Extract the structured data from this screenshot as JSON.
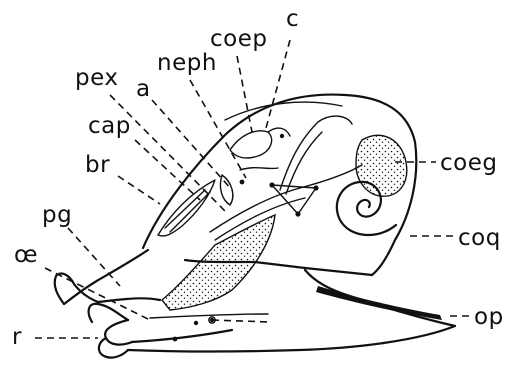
{
  "figure": {
    "background": "#ffffff",
    "ink": "#111111",
    "labels": {
      "c": "c",
      "coep": "coep",
      "neph": "neph",
      "a": "a",
      "pex": "pex",
      "cap": "cap",
      "br": "br",
      "pg": "pg",
      "oe": "œ",
      "r": "r",
      "coeg": "coeg",
      "coq": "coq",
      "op": "op"
    }
  }
}
